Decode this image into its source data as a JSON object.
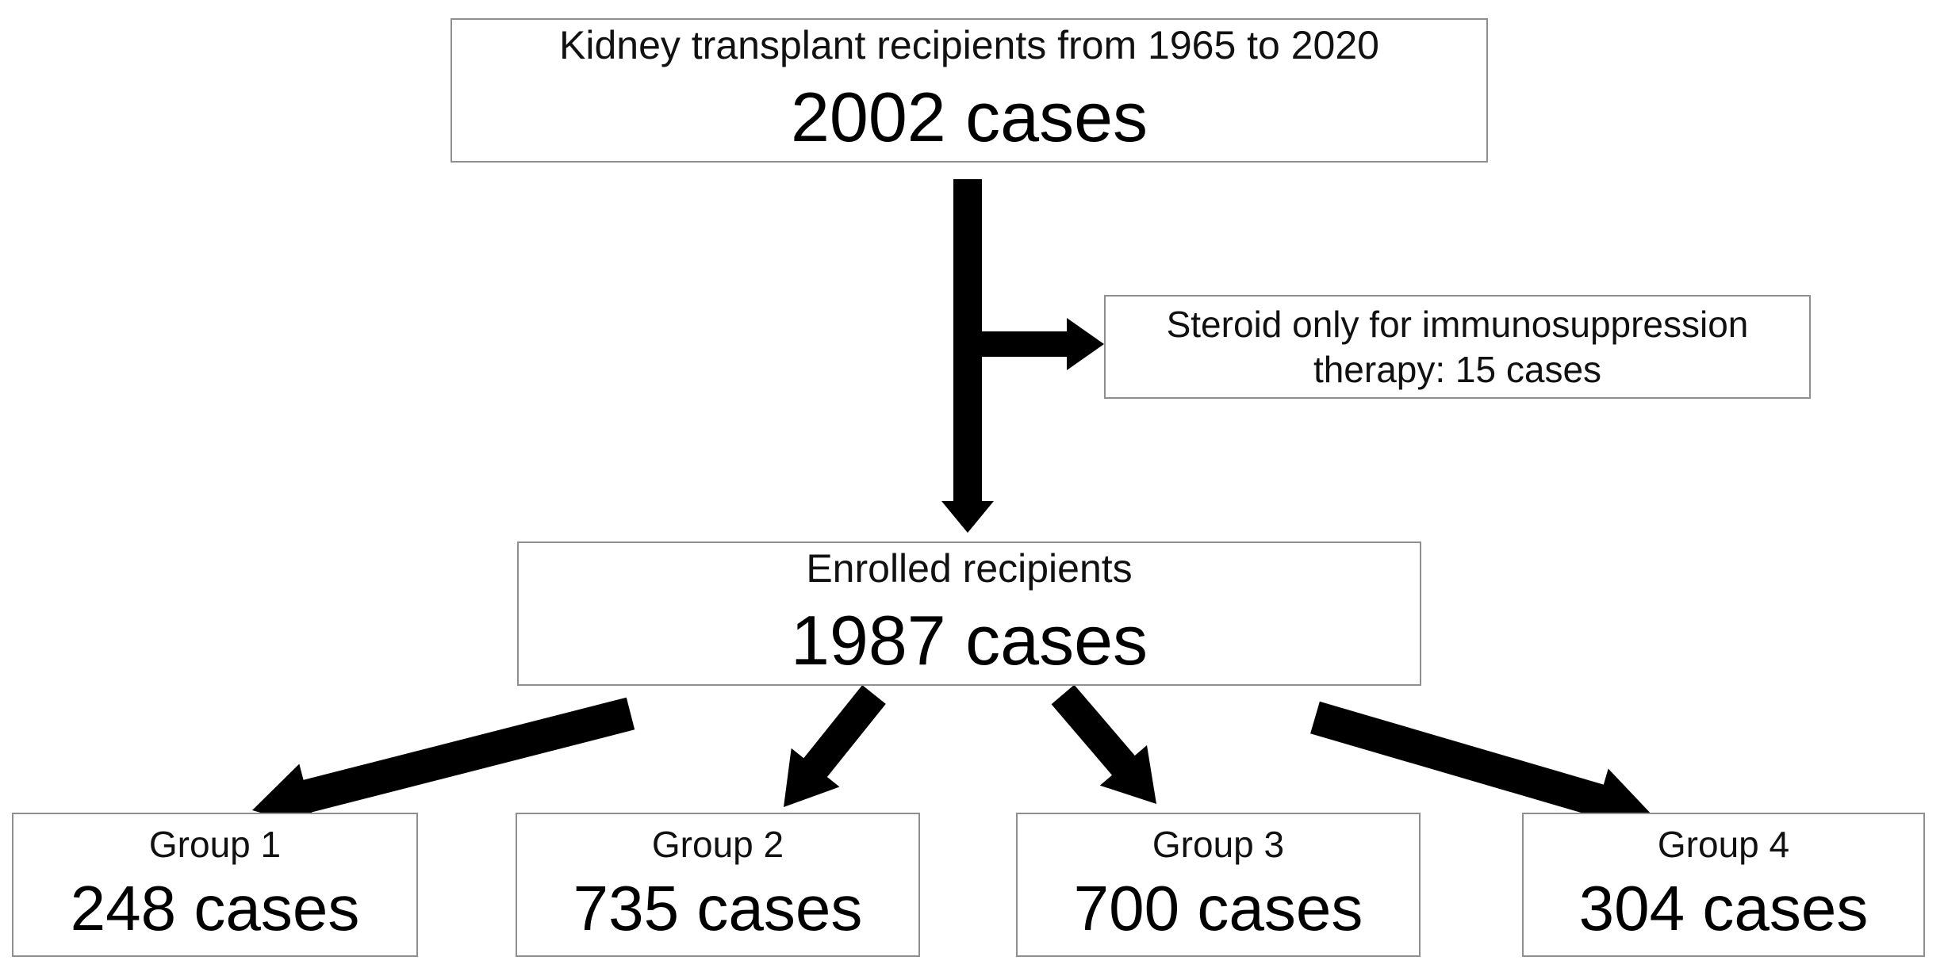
{
  "nodes": {
    "source": {
      "label": "Kidney transplant recipients from 1965 to 2020",
      "value": "2002 cases"
    },
    "excluded": {
      "line1": "Steroid only for immunosuppression",
      "line2": "therapy: 15 cases"
    },
    "enrolled": {
      "label": "Enrolled recipients",
      "value": "1987 cases"
    },
    "groups": [
      {
        "label": "Group 1",
        "value": "248 cases"
      },
      {
        "label": "Group 2",
        "value": "735 cases"
      },
      {
        "label": "Group 3",
        "value": "700 cases"
      },
      {
        "label": "Group 4",
        "value": "304 cases"
      }
    ]
  },
  "edges": [
    {
      "from": "source",
      "to": "enrolled"
    },
    {
      "from": "source",
      "to": "excluded"
    },
    {
      "from": "enrolled",
      "to": "group-1"
    },
    {
      "from": "enrolled",
      "to": "group-2"
    },
    {
      "from": "enrolled",
      "to": "group-3"
    },
    {
      "from": "enrolled",
      "to": "group-4"
    }
  ],
  "colors": {
    "arrow": "#000000",
    "box_border": "#8f8f8f",
    "box_fill": "#ffffff",
    "text": "#000000"
  }
}
